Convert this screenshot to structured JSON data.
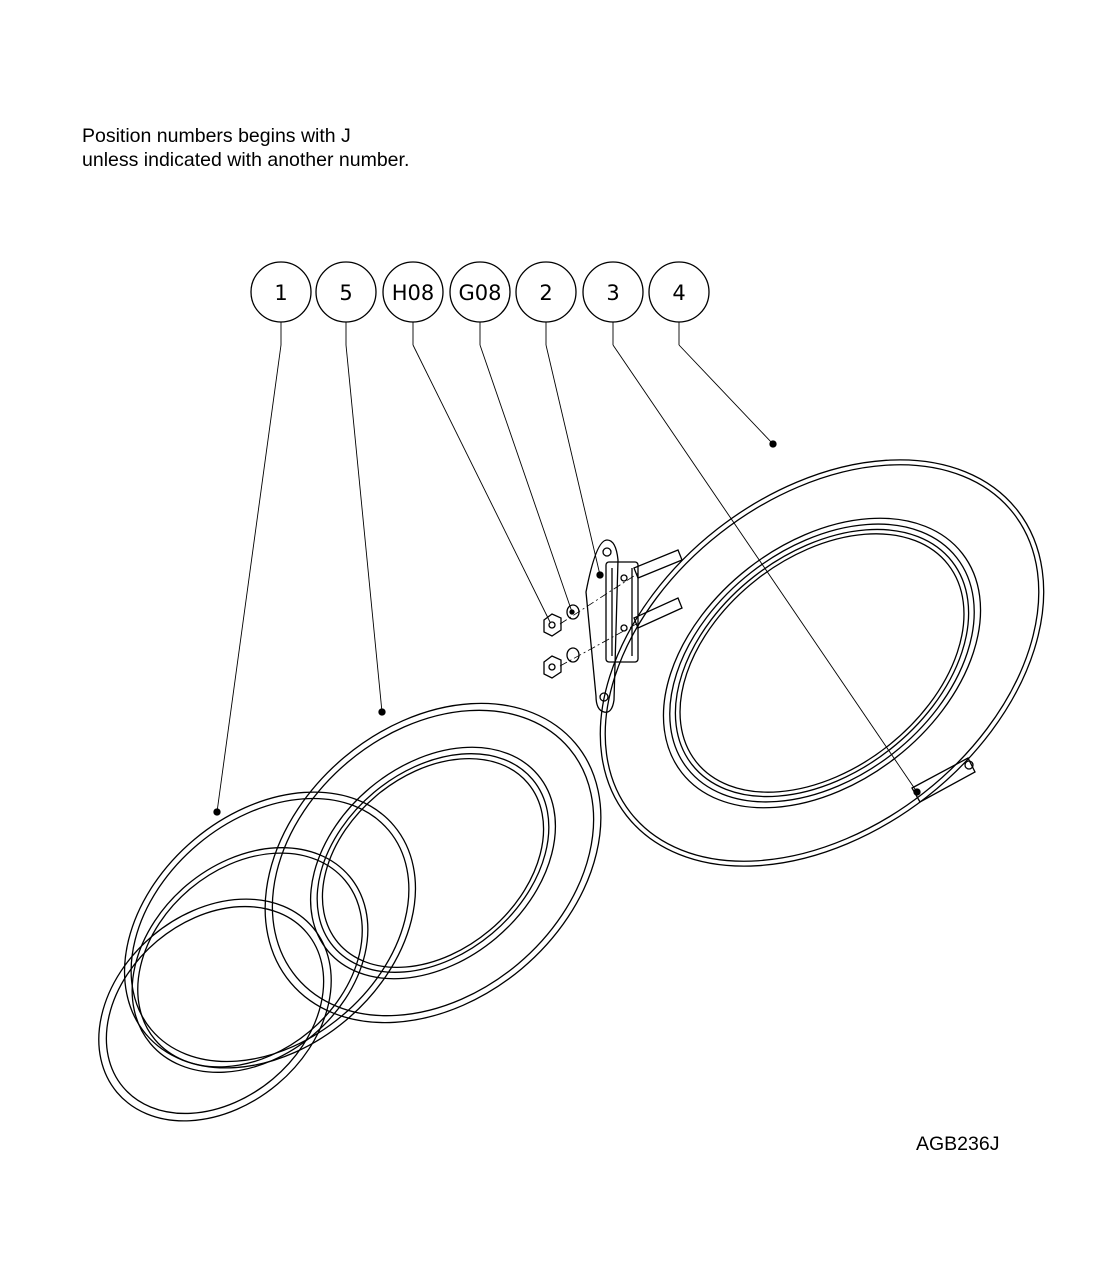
{
  "note": {
    "line1": "Position numbers begins with  J",
    "line2": "unless indicated with another number."
  },
  "drawing_code": "AGB236J",
  "callouts": [
    {
      "id": "c1",
      "label": "1"
    },
    {
      "id": "c5",
      "label": "5"
    },
    {
      "id": "cH08",
      "label": "H08"
    },
    {
      "id": "cG08",
      "label": "G08"
    },
    {
      "id": "c2",
      "label": "2"
    },
    {
      "id": "c3",
      "label": "3"
    },
    {
      "id": "c4",
      "label": "4"
    }
  ],
  "colors": {
    "line": "#000000",
    "background": "#ffffff"
  }
}
